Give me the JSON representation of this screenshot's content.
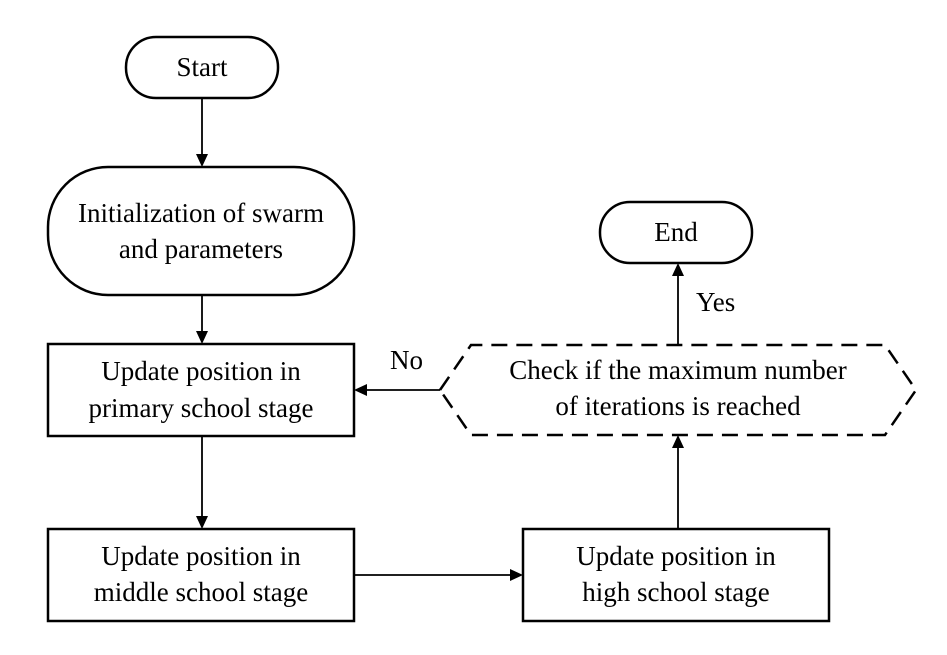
{
  "nodes": {
    "start": {
      "label": "Start"
    },
    "init": {
      "line1": "Initialization of swarm",
      "line2": "and parameters"
    },
    "primary": {
      "line1": "Update position in",
      "line2": "primary school stage"
    },
    "middle": {
      "line1": "Update position in",
      "line2": "middle school stage"
    },
    "high": {
      "line1": "Update position in",
      "line2": "high school stage"
    },
    "check": {
      "line1": "Check if the maximum number",
      "line2": "of iterations is reached"
    },
    "end": {
      "label": "End"
    }
  },
  "edges": {
    "yes_label": "Yes",
    "no_label": "No"
  }
}
